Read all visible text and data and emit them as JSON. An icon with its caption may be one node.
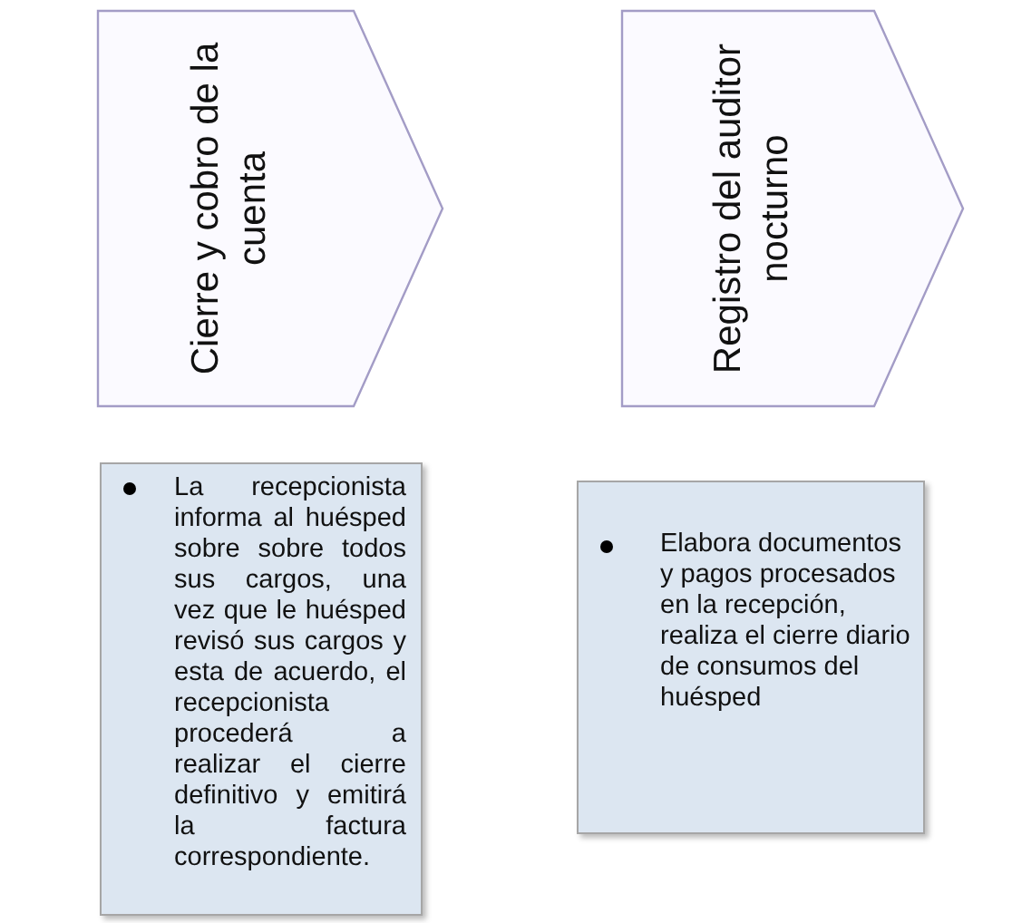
{
  "diagram": {
    "nodes": [
      {
        "text": [
          "Cierre y cobro de la cuenta"
        ]
      },
      {
        "text": [
          "Registro del auditor nocturno"
        ]
      },
      {
        "text": [
          "La recepcionista informa al huésped sobre sobre todos sus cargos, una vez que le huésped revisó sus cargos y esta de acuerdo, el recepcionista procederá a realizar el cierre definitivo y emitirá la factura correspondiente."
        ]
      },
      {
        "text": [
          "Elabora documentos y pagos procesados en la recepción, realiza el cierre diario de consumos del huésped"
        ]
      }
    ]
  }
}
